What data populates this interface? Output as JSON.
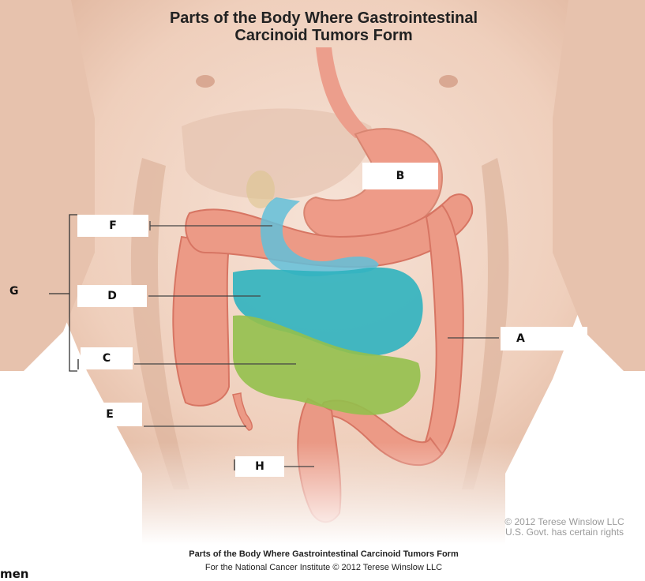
{
  "diagram": {
    "title_line1": "Parts of the Body Where Gastrointestinal",
    "title_line2": "Carcinoid Tumors Form",
    "labels": {
      "A": "A",
      "B": "B",
      "C": "C",
      "D": "D",
      "E": "E",
      "F": "F",
      "G": "G",
      "H": "H"
    },
    "copyright_line1": "© 2012 Terese Winslow LLC",
    "copyright_line2": "U.S. Govt. has certain rights",
    "caption_line1": "Parts of the Body Where Gastrointestinal Carcinoid Tumors Form",
    "caption_line2": "For the National Cancer Institute © 2012 Terese Winslow LLC",
    "truncated_text": "men"
  },
  "colors": {
    "skin": "#f2d5c4",
    "skin_shadow": "#dcb59e",
    "colon": "#ec9a86",
    "colon_dark": "#d77563",
    "stomach": "#ee9b88",
    "duodenum": "#62bfd9",
    "jejunum": "#2fb3bf",
    "ileum": "#93c04d",
    "liver": "#e8c7b6"
  }
}
